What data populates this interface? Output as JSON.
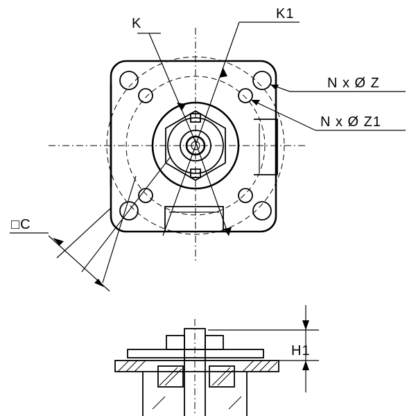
{
  "labels": {
    "k": "K",
    "k1": "K1",
    "nz": "N x Ø Z",
    "nz1": "N x Ø Z1",
    "c": "□C",
    "h1": "H1"
  }
}
